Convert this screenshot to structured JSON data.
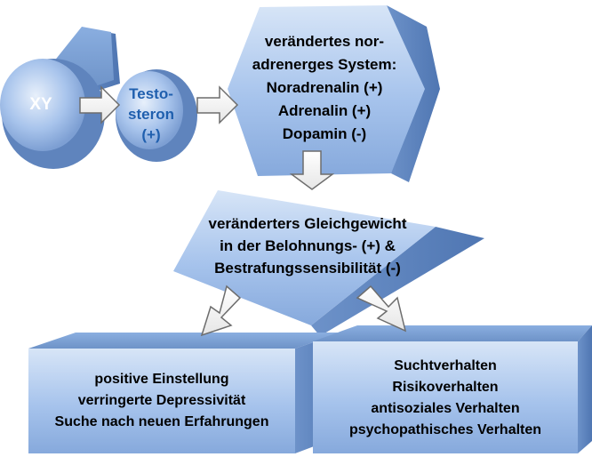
{
  "colors": {
    "shape_top": "#dfeaf8",
    "shape_mid": "#a9c6ee",
    "shape_dark": "#6f93c8",
    "text_dark": "#000000",
    "text_accent": "#1f5fae",
    "text_light": "#ffffff",
    "arrow_fill": "#ffffff",
    "arrow_stroke": "#6d6d6d"
  },
  "nodes": {
    "xy": {
      "label": "XY"
    },
    "testosteron": {
      "lines": [
        "Testo-",
        "steron",
        "(+)"
      ]
    },
    "system": {
      "lines": [
        "verändertes nor-",
        "adrenerges System:",
        "Noradrenalin (+)",
        "Adrenalin (+)",
        "Dopamin (-)"
      ]
    },
    "balance": {
      "lines": [
        "veränderters Gleichgewicht",
        "in der Belohnungs- (+) &",
        "Bestrafungssensibilität (-)"
      ]
    },
    "positive": {
      "lines": [
        "positive Einstellung",
        "verringerte Depressivität",
        "Suche nach neuen Erfahrungen"
      ]
    },
    "behavior": {
      "lines": [
        "Suchtverhalten",
        "Risikoverhalten",
        "antisoziales Verhalten",
        "psychopathisches Verhalten"
      ]
    }
  }
}
